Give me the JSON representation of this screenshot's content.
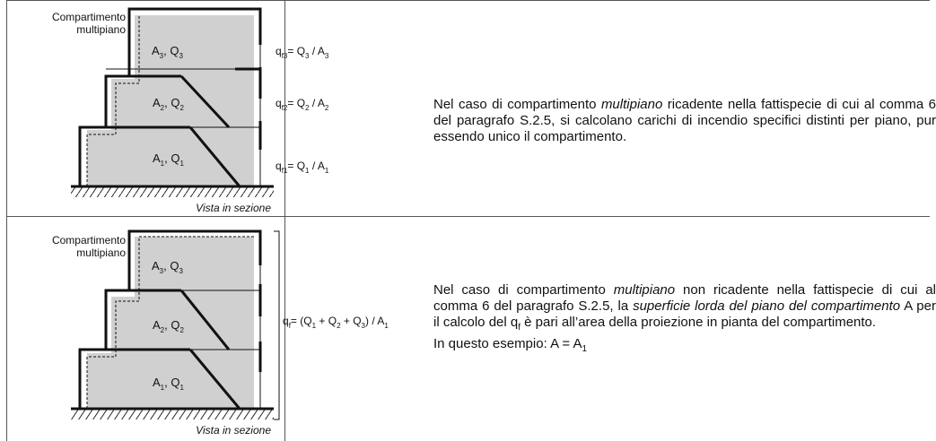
{
  "panels": [
    {
      "label_line1": "Compartimento",
      "label_line2": "multipiano",
      "floors": [
        {
          "A": "A",
          "A_sub": "3",
          "Q": "Q",
          "Q_sub": "3"
        },
        {
          "A": "A",
          "A_sub": "2",
          "Q": "Q",
          "Q_sub": "2"
        },
        {
          "A": "A",
          "A_sub": "1",
          "Q": "Q",
          "Q_sub": "1"
        }
      ],
      "formulas": [
        {
          "q": "q",
          "q_sub": "f3",
          "rhs_1": "= Q",
          "rhs_1_sub": "3",
          "rhs_2": " / A",
          "rhs_2_sub": "3"
        },
        {
          "q": "q",
          "q_sub": "f2",
          "rhs_1": "= Q",
          "rhs_1_sub": "2",
          "rhs_2": " / A",
          "rhs_2_sub": "2"
        },
        {
          "q": "q",
          "q_sub": "f1",
          "rhs_1": "= Q",
          "rhs_1_sub": "1",
          "rhs_2": " / A",
          "rhs_2_sub": "1"
        }
      ],
      "caption": "Vista in sezione",
      "description": {
        "p1": "Nel caso di compartimento ",
        "p1_em": "multipiano",
        "p1_rest": " ricadente nella fattispecie di cui al comma 6 del paragrafo S.2.5, si calcolano carichi di incendio specifici distinti per piano, pur essendo unico il compartimento."
      }
    },
    {
      "label_line1": "Compartimento",
      "label_line2": "multipiano",
      "floors": [
        {
          "A": "A",
          "A_sub": "3",
          "Q": "Q",
          "Q_sub": "3"
        },
        {
          "A": "A",
          "A_sub": "2",
          "Q": "Q",
          "Q_sub": "2"
        },
        {
          "A": "A",
          "A_sub": "1",
          "Q": "Q",
          "Q_sub": "1"
        }
      ],
      "formula": {
        "q": "q",
        "q_sub": "f",
        "t1": "= (Q",
        "s1": "1",
        "t2": " + Q",
        "s2": "2",
        "t3": " + Q",
        "s3": "3",
        "t4": ") / A",
        "s4": "1"
      },
      "caption": "Vista in sezione",
      "description": {
        "p1": "Nel caso di compartimento ",
        "p1_em": "multipiano",
        "p1_rest": " non ricadente nella fattispecie di cui al comma 6 del paragrafo S.2.5, la ",
        "p1_em2": "superficie lorda del piano del compartimento",
        "p1_rest2": " A per il calcolo del q",
        "p1_sub": "f",
        "p1_rest3": " è pari all’area della proiezione in pianta del compartimento.",
        "p2": "In questo esempio: A = A",
        "p2_sub": "1"
      }
    }
  ]
}
